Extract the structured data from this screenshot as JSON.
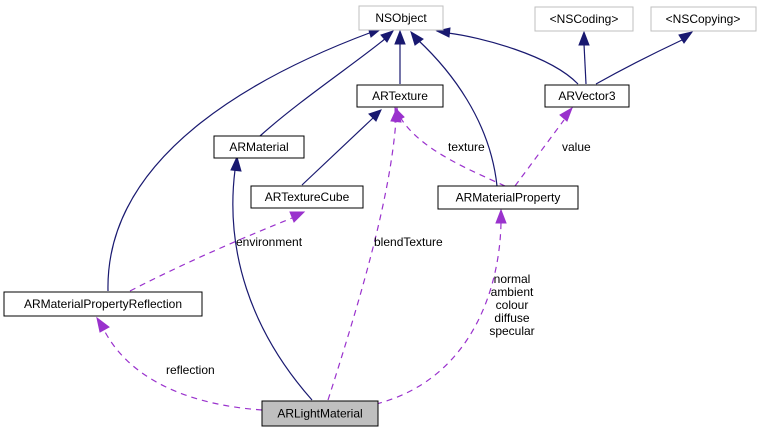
{
  "colors": {
    "inheritance_edge": "#191970",
    "usage_edge": "#9a32cd",
    "external_node_border": "#bfbfbf",
    "focus_node_fill": "#bfbfbf"
  },
  "nodes": {
    "nsobject": "NSObject",
    "nscoding": "<NSCoding>",
    "nscopying": "<NSCopying>",
    "artexture": "ARTexture",
    "arvector3": "ARVector3",
    "armaterial": "ARMaterial",
    "artexturecube": "ARTextureCube",
    "armaterialproperty": "ARMaterialProperty",
    "armaterialpropertyreflection": "ARMaterialPropertyReflection",
    "arlightmaterial": "ARLightMaterial"
  },
  "edge_labels": {
    "texture": "texture",
    "value": "value",
    "environment": "environment",
    "blend_texture": "blendTexture",
    "reflection": "reflection",
    "material_properties": [
      "normal",
      "ambient",
      "colour",
      "diffuse",
      "specular"
    ]
  }
}
